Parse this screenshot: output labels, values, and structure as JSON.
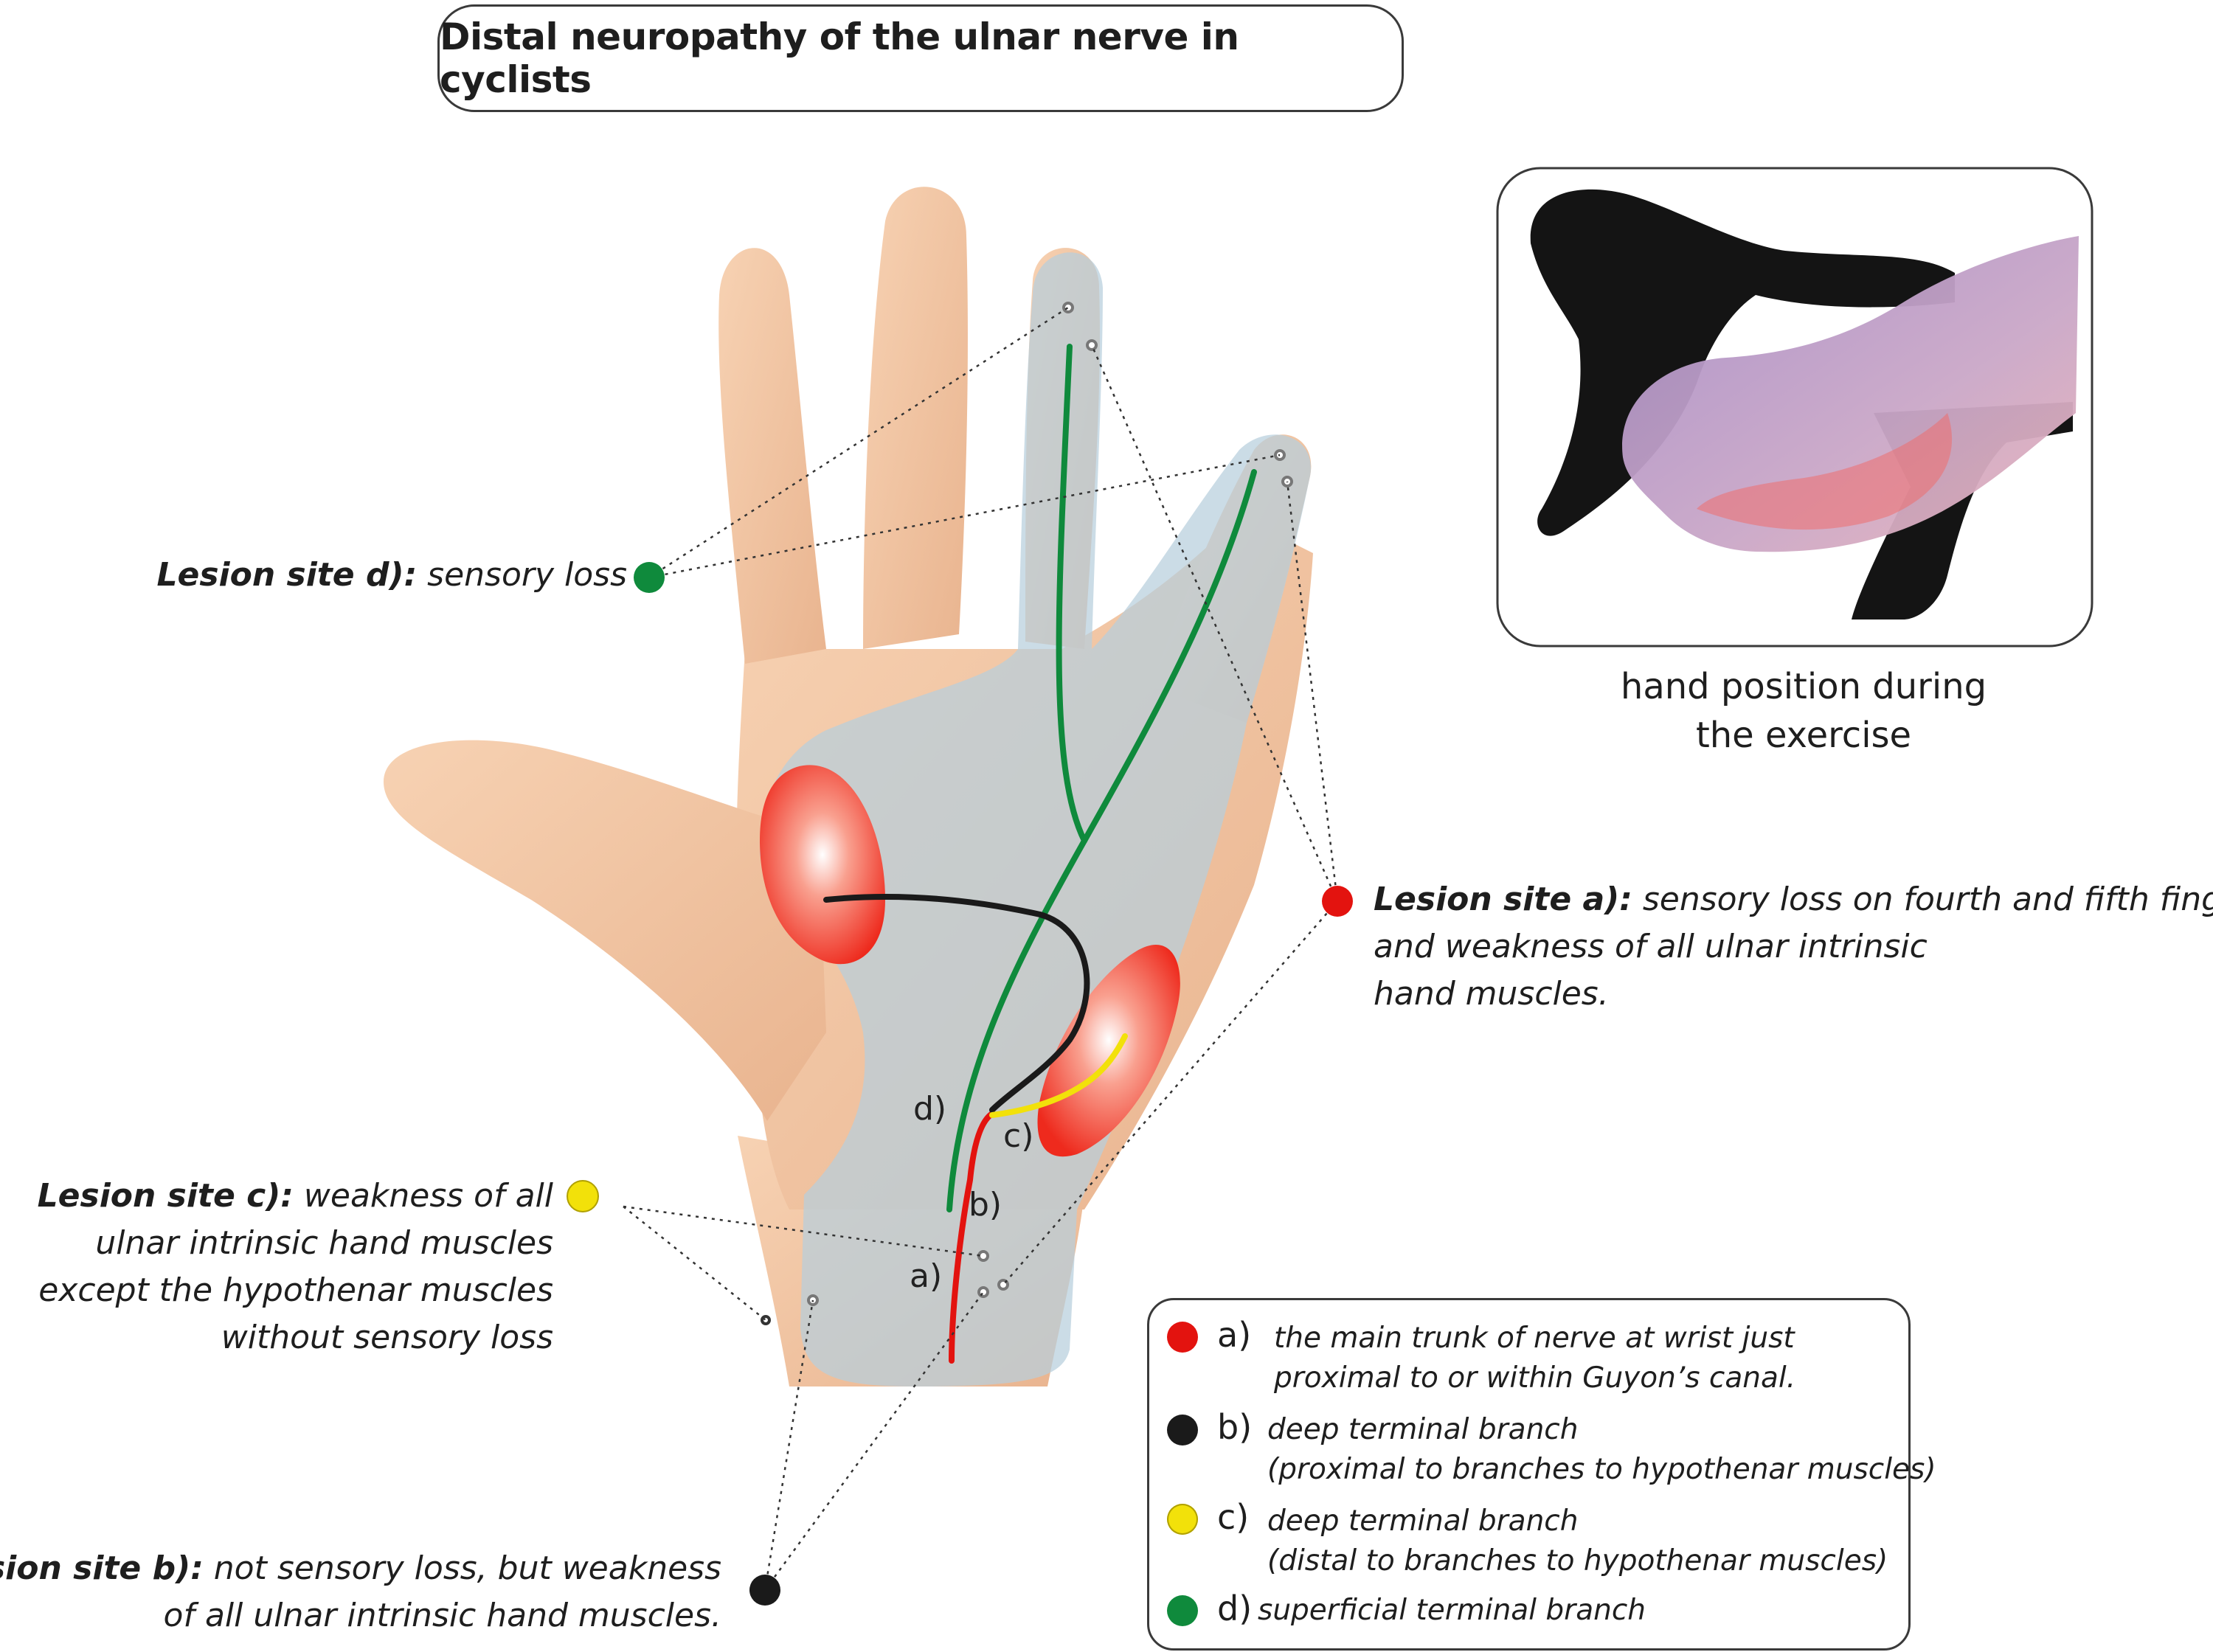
{
  "title": "Distal neuropathy of the ulnar nerve in cyclists",
  "inset": {
    "caption_line1": "hand position during",
    "caption_line2": "the exercise"
  },
  "hand_labels": {
    "a": "a)",
    "b": "b)",
    "c": "c)",
    "d": "d)"
  },
  "lesion_sites": {
    "d": {
      "heading": "Lesion site d):",
      "text": " sensory loss",
      "dot_color": "#0f8a3c"
    },
    "a": {
      "heading": "Lesion site a):",
      "text_line1": " sensory loss on fourth and fifth fingers",
      "text_line2": "and weakness of all ulnar intrinsic",
      "text_line3": "hand muscles.",
      "dot_color": "#e3130f"
    },
    "c": {
      "heading": "Lesion site c):",
      "text_line1": " weakness of all",
      "text_line2": "ulnar intrinsic hand muscles",
      "text_line3": "except the hypothenar muscles",
      "text_line4": "without sensory loss",
      "dot_color": "#f2e10a"
    },
    "b": {
      "heading": "Lesion site b):",
      "text_line1": " not sensory loss, but weakness",
      "text_line2": "of all ulnar intrinsic hand muscles.",
      "dot_color": "#1a1a1a"
    }
  },
  "legend": {
    "a": {
      "letter": "a)",
      "line1": "the main trunk of nerve at wrist just",
      "line2": "proximal to or within Guyon’s canal.",
      "color": "#e3130f"
    },
    "b": {
      "letter": "b)",
      "line1": "deep terminal branch",
      "line2": "(proximal to branches to hypothenar muscles)",
      "color": "#1a1a1a"
    },
    "c": {
      "letter": "c)",
      "line1": "deep terminal branch",
      "line2": "(distal to branches to hypothenar muscles)",
      "color": "#f2e10a"
    },
    "d": {
      "letter": "d)",
      "line1": "superficial terminal branch",
      "color": "#0f8a3c"
    }
  },
  "colors": {
    "skin": "#f4c9a6",
    "ulnar_territory": "#c8d8e4",
    "muscle_red": "#ee3b2b",
    "nerve_green": "#0f8a3c",
    "nerve_red": "#e3130f",
    "nerve_black": "#1a1a1a",
    "nerve_yellow": "#f2e10a"
  }
}
